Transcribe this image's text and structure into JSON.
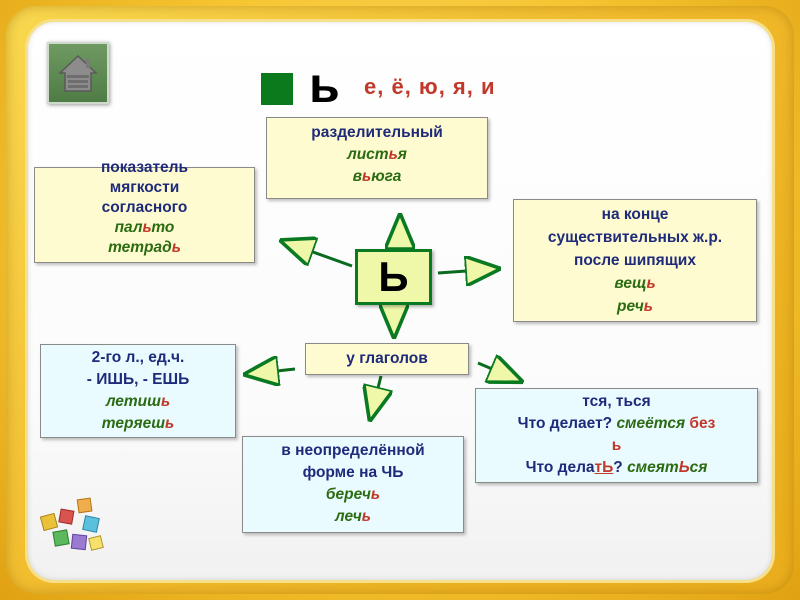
{
  "header": {
    "title_letter": "ь",
    "vowels": "е, ё, ю, я, и"
  },
  "center_letter": "Ь",
  "boxes": {
    "separating": {
      "title": "разделительный",
      "ex1_pre": "лист",
      "ex1_soft": "ь",
      "ex1_post": "я",
      "ex2_pre": "в",
      "ex2_soft": "ь",
      "ex2_post": "юга"
    },
    "softness": {
      "line1": "показатель",
      "line2": "мягкости",
      "line3": "согласного",
      "ex1_pre": "пал",
      "ex1_soft": "ь",
      "ex1_post": "то",
      "ex2_pre": "тетрад",
      "ex2_soft": "ь",
      "ex2_post": ""
    },
    "nouns": {
      "line1": "на конце",
      "line2": "существительных ж.р.",
      "line3": "после шипящих",
      "ex1_pre": "вещ",
      "ex1_soft": "ь",
      "ex2_pre": "реч",
      "ex2_soft": "ь"
    },
    "verbs": {
      "title": "у глаголов"
    },
    "second_person": {
      "line1": "2-го л., ед.ч.",
      "line2": "- ИШЬ, - ЕШЬ",
      "ex1_pre": "летиш",
      "ex1_soft": "ь",
      "ex2_pre": "теряеш",
      "ex2_soft": "ь"
    },
    "infinitive": {
      "line1": "в неопределённой",
      "line2": "форме на ЧЬ",
      "ex1_pre": "береч",
      "ex1_soft": "ь",
      "ex2_pre": "леч",
      "ex2_soft": "ь"
    },
    "reflexive": {
      "line1": "тся, ться",
      "q1": "Что делает?",
      "a1": "смеётся",
      "a1_tail": "без",
      "soft_mark": "ь",
      "q2_pre": "Что дела",
      "q2_t": "т",
      "q2_soft": "Ь",
      "q2_post": "?",
      "a2_pre": "смеят",
      "a2_soft": "Ь",
      "a2_post": "ся"
    }
  },
  "colors": {
    "accent_red": "#c0392b",
    "example_green": "#2b6b12",
    "text_blue": "#1e2a7a",
    "center_border": "#0a7a22"
  },
  "icons": [
    "home-icon",
    "toy-blocks-icon"
  ]
}
